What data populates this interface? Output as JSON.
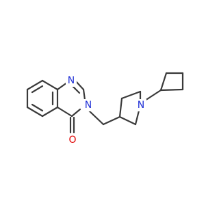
{
  "molecule": {
    "colors": {
      "bond": "#3a3a3a",
      "nitrogen": "#1f2fd6",
      "oxygen": "#e00000",
      "background": "#ffffff"
    },
    "atoms": {
      "n1": "N",
      "n3": "N",
      "o1": "O",
      "n_pip": "N"
    }
  }
}
